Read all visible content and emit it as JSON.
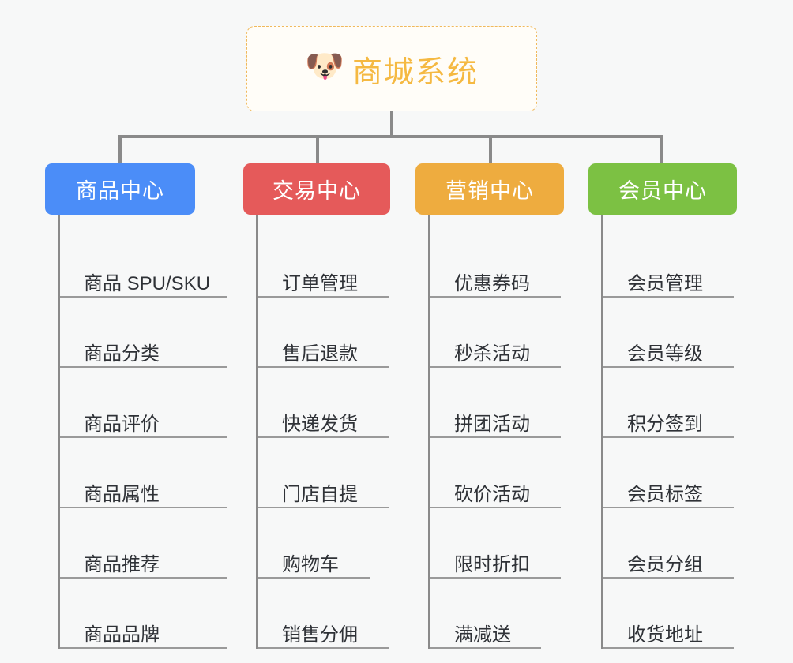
{
  "root": {
    "title": "商城系统",
    "emoji_icon": "dog-face-icon",
    "emoji_glyph": "🐶",
    "accent_color": "#f5b942",
    "border_color": "#f0b95c"
  },
  "canvas": {
    "background_color": "#f7f8f8",
    "connector_color": "#8a8a8a"
  },
  "branches": [
    {
      "label": "商品中心",
      "color": "#4b8df8",
      "leaves": [
        {
          "label": "商品 SPU/SKU"
        },
        {
          "label": "商品分类"
        },
        {
          "label": "商品评价"
        },
        {
          "label": "商品属性"
        },
        {
          "label": "商品推荐"
        },
        {
          "label": "商品品牌"
        }
      ]
    },
    {
      "label": "交易中心",
      "color": "#e55a5a",
      "leaves": [
        {
          "label": "订单管理"
        },
        {
          "label": "售后退款"
        },
        {
          "label": "快递发货"
        },
        {
          "label": "门店自提"
        },
        {
          "label": "购物车"
        },
        {
          "label": "销售分佣"
        }
      ]
    },
    {
      "label": "营销中心",
      "color": "#eeac3f",
      "leaves": [
        {
          "label": "优惠券码"
        },
        {
          "label": "秒杀活动"
        },
        {
          "label": "拼团活动"
        },
        {
          "label": "砍价活动"
        },
        {
          "label": "限时折扣"
        },
        {
          "label": "满减送"
        }
      ]
    },
    {
      "label": "会员中心",
      "color": "#7cc143",
      "leaves": [
        {
          "label": "会员管理"
        },
        {
          "label": "会员等级"
        },
        {
          "label": "积分签到"
        },
        {
          "label": "会员标签"
        },
        {
          "label": "会员分组"
        },
        {
          "label": "收货地址"
        }
      ]
    }
  ]
}
